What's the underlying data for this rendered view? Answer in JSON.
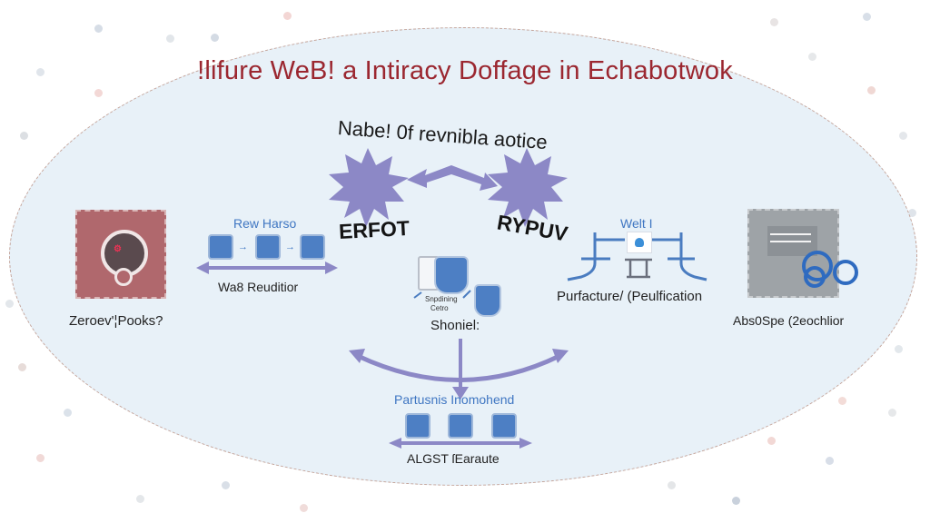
{
  "diagram": {
    "title": "!lifure WeB! a Intiracy Doffage in Echabotwok",
    "subtitle": "Nabe! 0f revnibla aotice",
    "center_nodes": {
      "left_burst_label": "ERFOT",
      "right_burst_label": "RYPUV"
    },
    "left_panel": {
      "label": "Zeroev'¦Pooks?"
    },
    "flow_left": {
      "heading": "Rew Harso",
      "caption": "Wa8 Reuditior",
      "icons": [
        "shield-gear-icon",
        "shield-cloud-icon",
        "shield-globe-icon"
      ]
    },
    "center_cluster": {
      "inner_label_line1": "Snpdining",
      "inner_label_line2": "Cetro",
      "caption": "Shoniel:"
    },
    "flow_right": {
      "heading": "Welt I",
      "caption": "Purfacture/ (Peulfication"
    },
    "right_panel": {
      "label": "Abs0Spe (2eochlior"
    },
    "bottom_flow": {
      "heading": "Partusnis Inomohend",
      "caption": "ALGST ſEaraute",
      "icons": [
        "shield-hand-icon",
        "shield-cloud-icon",
        "shield-globe-icon"
      ]
    },
    "colors": {
      "title": "#9b2730",
      "accent_purple": "#8f8bc4",
      "accent_blue": "#3f76c2",
      "ellipse_fill": "#e8f1f8",
      "left_panel": "#b0686d",
      "right_panel": "#9ea3a7"
    }
  }
}
